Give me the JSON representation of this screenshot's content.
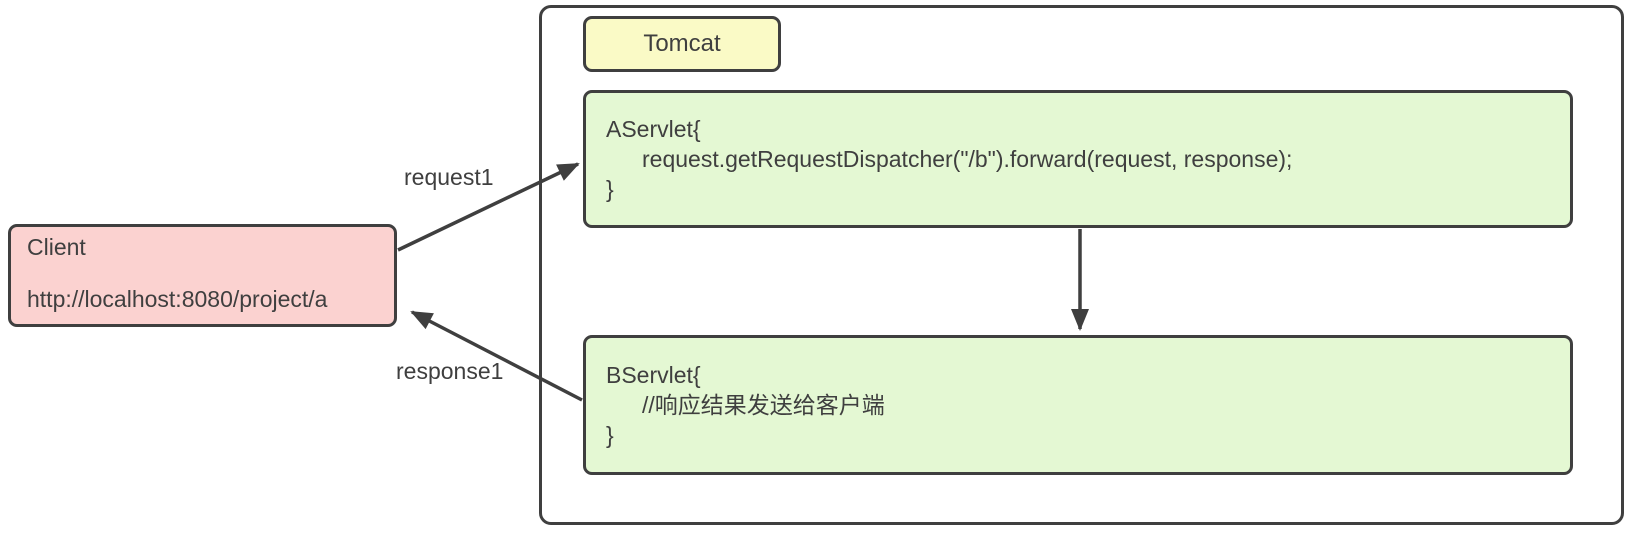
{
  "diagram": {
    "tomcat_label": "Tomcat",
    "client": {
      "name": "Client",
      "url": "http://localhost:8080/project/a"
    },
    "aservlet": {
      "lines": [
        "AServlet{",
        "request.getRequestDispatcher(\"/b\").forward(request, response);",
        "}"
      ]
    },
    "bservlet": {
      "lines": [
        "BServlet{",
        "//响应结果发送给客户端",
        "}"
      ]
    },
    "arrows": [
      {
        "label": "request1",
        "from": "client",
        "to": "aservlet"
      },
      {
        "label": "response1",
        "from": "bservlet",
        "to": "client"
      },
      {
        "label": "",
        "from": "aservlet",
        "to": "bservlet"
      }
    ],
    "colors": {
      "stroke": "#3f3f3f",
      "client_fill": "#fbd2d0",
      "tomcat_label_fill": "#fafac6",
      "servlet_fill": "#e4f8d3",
      "canvas_bg": "#ffffff"
    }
  }
}
